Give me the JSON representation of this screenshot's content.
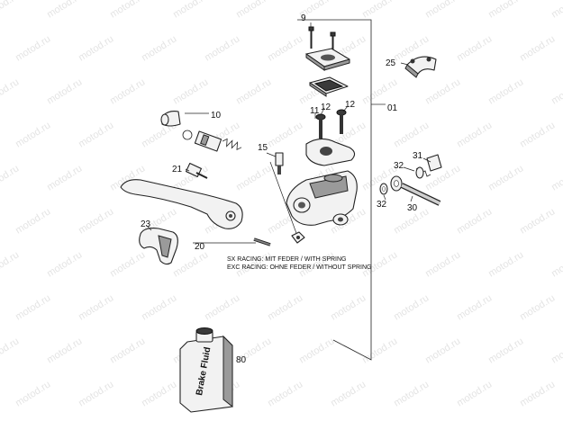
{
  "callouts": {
    "c9": "9",
    "c25": "25",
    "c01": "01",
    "c10": "10",
    "c11": "11",
    "c12a": "12",
    "c12b": "12",
    "c15": "15",
    "c31": "31",
    "c32a": "32",
    "c32b": "32",
    "c30": "30",
    "c21": "21",
    "c23": "23",
    "c20": "20",
    "c80": "80"
  },
  "notes": {
    "line1": "SX RACING: MIT FEDER / WITH SPRING",
    "line2": "EXC RACING: OHNE FEDER / WITHOUT SPRING"
  },
  "bottle_label": "Brake Fluid",
  "watermark": "motod.ru",
  "icons": [
    "bolt-icon",
    "reservoir-cap-icon",
    "diaphragm-icon",
    "clamp-icon",
    "lever-icon",
    "hose-icon",
    "bottle-icon"
  ]
}
